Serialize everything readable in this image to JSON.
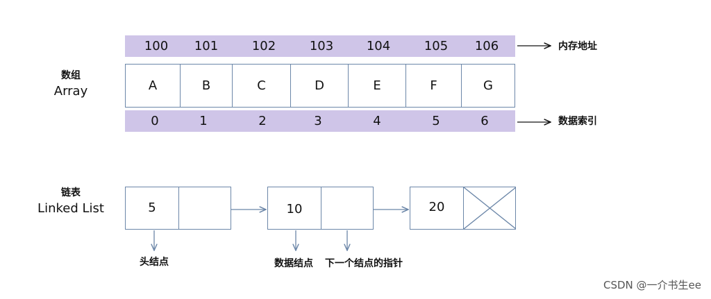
{
  "array": {
    "label_cn": "数组",
    "label_en": "Array",
    "addresses": [
      "100",
      "101",
      "102",
      "103",
      "104",
      "105",
      "106"
    ],
    "values": [
      "A",
      "B",
      "C",
      "D",
      "E",
      "F",
      "G"
    ],
    "indices": [
      "0",
      "1",
      "2",
      "3",
      "4",
      "5",
      "6"
    ],
    "address_note": "内存地址",
    "index_note": "数据索引"
  },
  "linked_list": {
    "label_cn": "链表",
    "label_en": "Linked List",
    "nodes": [
      {
        "value": "5"
      },
      {
        "value": "10"
      },
      {
        "value": "20"
      }
    ],
    "head_note": "头结点",
    "data_note": "数据结点",
    "next_note": "下一个结点的指针"
  },
  "colors": {
    "band": "#cfc5e8",
    "border": "#6b86a8"
  },
  "watermark": "CSDN @一介书生ee"
}
